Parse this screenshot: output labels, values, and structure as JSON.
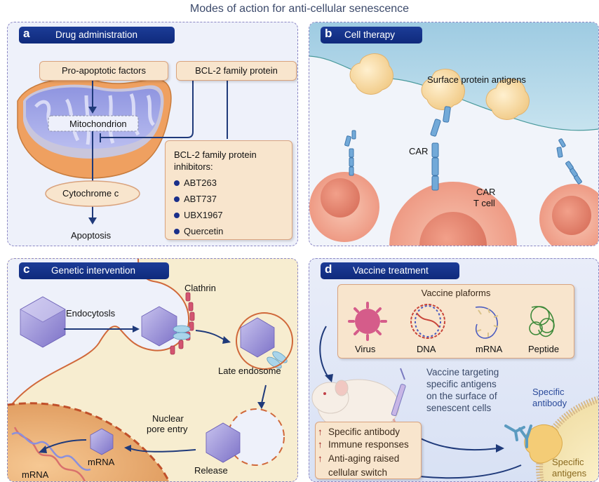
{
  "title": "Modes of action for anti-cellular senescence",
  "colors": {
    "header_bg": "#14318a",
    "panel_border": "#8b86c4",
    "arrow": "#1f3a7a",
    "box_fill": "#f8e5cd",
    "up_arrow": "#9b1c1c"
  },
  "panels": {
    "a": {
      "letter": "a",
      "label": "Drug administration",
      "pro_apoptotic": "Pro-apoptotic factors",
      "bcl2": "BCL-2 family protein",
      "mitochondrion": "Mitochondrion",
      "cytochrome": "Cytochrome c",
      "apoptosis": "Apoptosis",
      "inhibitors_title_1": "BCL-2 family protein",
      "inhibitors_title_2": "inhibitors:",
      "inhibitors": [
        "ABT263",
        "ABT737",
        "UBX1967",
        "Quercetin"
      ]
    },
    "b": {
      "letter": "b",
      "label": "Cell therapy",
      "antigens": "Surface protein antigens",
      "car": "CAR",
      "car_t_1": "CAR",
      "car_t_2": "T cell"
    },
    "c": {
      "letter": "c",
      "label": "Genetic intervention",
      "clathrin": "Clathrin",
      "endocytosis": "Endocytosls",
      "late_endosome": "Late endosome",
      "nuclear_1": "Nuclear",
      "nuclear_2": "pore entry",
      "release": "Release",
      "mrna_particle": "mRNA",
      "mrna_strand": "mRNA"
    },
    "d": {
      "letter": "d",
      "label": "Vaccine treatment",
      "platforms_title": "Vaccine plaforms",
      "platforms": [
        "Virus",
        "DNA",
        "mRNA",
        "Peptide"
      ],
      "vaccine_text": [
        "Vaccine targeting",
        "specific antigens",
        "on the surface of",
        "senescent cells"
      ],
      "specific_antibody_1": "Specific",
      "specific_antibody_2": "antibody",
      "specific_antigens_1": "Specific",
      "specific_antigens_2": "antigens",
      "effects": [
        "Specific antibody",
        "Immune responses",
        "Anti-aging raised",
        "cellular switch"
      ],
      "up_arrow": "↑"
    }
  }
}
